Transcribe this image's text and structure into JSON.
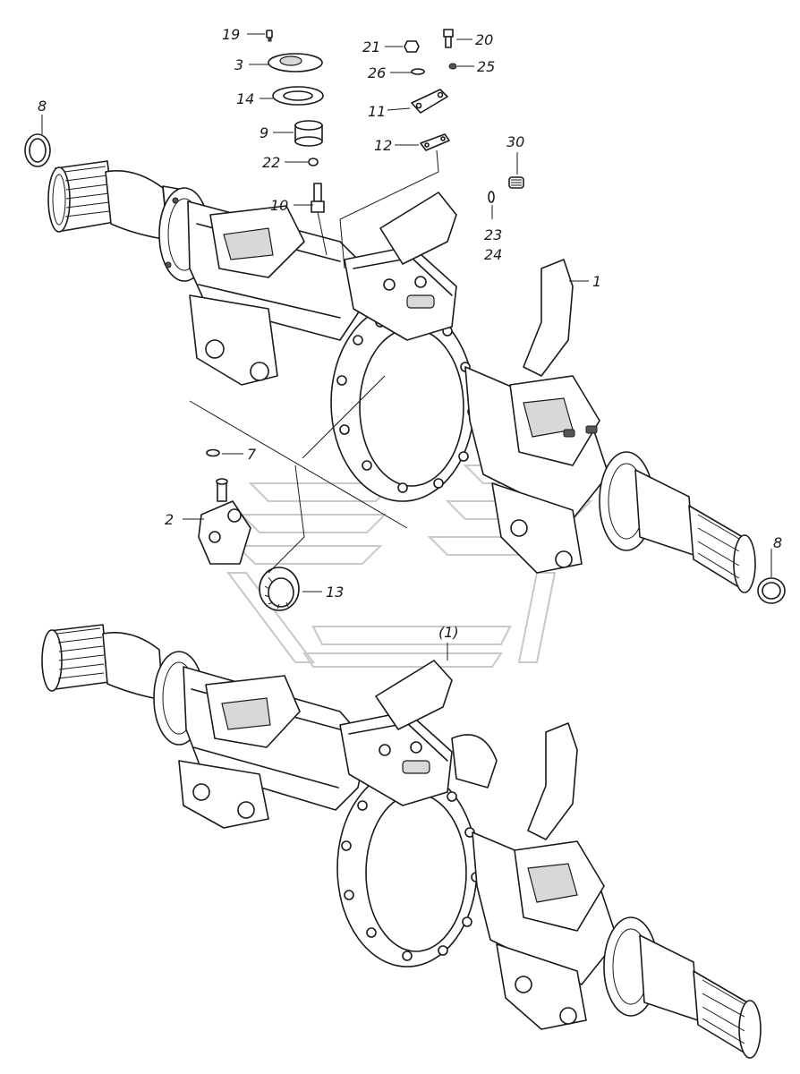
{
  "callouts": {
    "c19": "19",
    "c3": "3",
    "c14": "14",
    "c9": "9",
    "c22": "22",
    "c10": "10",
    "c21": "21",
    "c20": "20",
    "c26": "26",
    "c25": "25",
    "c11": "11",
    "c12": "12",
    "c30": "30",
    "c23": "23",
    "c24": "24",
    "c1": "1",
    "c8a": "8",
    "c8b": "8",
    "c7": "7",
    "c2": "2",
    "c13": "13",
    "c1ref": "(1)"
  }
}
